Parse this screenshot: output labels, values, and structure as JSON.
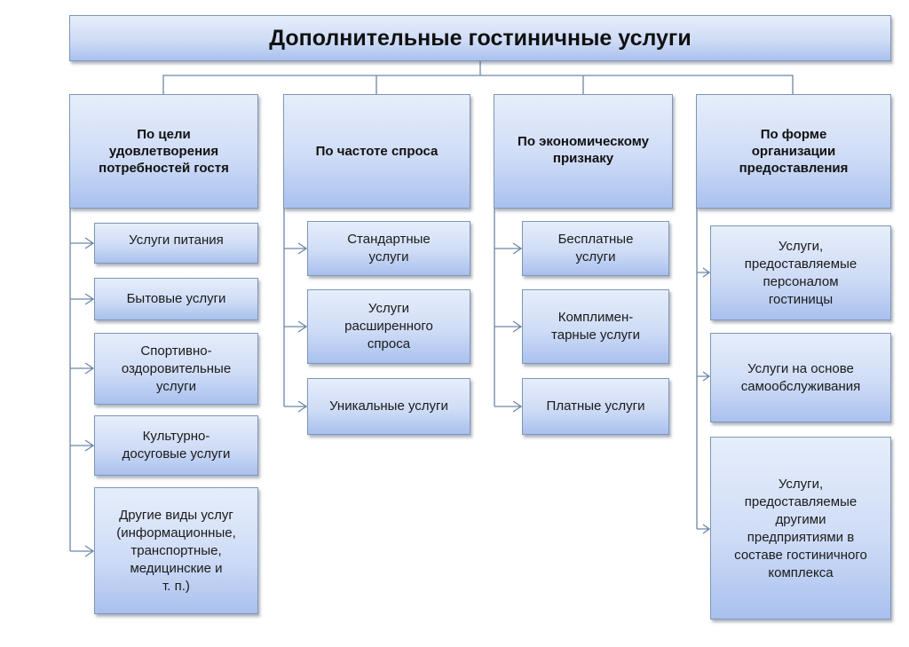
{
  "title": "Дополнительные гостиничные услуги",
  "colors": {
    "box_fill_top": "#e6eefb",
    "box_fill_bottom": "#a9c1ee",
    "box_border": "#7f96b8",
    "connector": "#6c86a8"
  },
  "categories": [
    {
      "label": "По цели\nудовлетворения\nпотребностей гостя",
      "items": [
        "Услуги питания",
        "Бытовые услуги",
        "Спортивно-\nоздоровительные\nуслуги",
        "Культурно-\nдосуговые услуги",
        "Другие виды услуг\n(информационные,\nтранспортные,\nмедицинские и\nт. п.)"
      ]
    },
    {
      "label": "По частоте спроса",
      "items": [
        "Стандартные\nуслуги",
        "Услуги\nрасширенного\nспроса",
        "Уникальные услуги"
      ]
    },
    {
      "label": "По экономическому\nпризнаку",
      "items": [
        "Бесплатные\nуслуги",
        "Комплимен-\nтарные услуги",
        "Платные услуги"
      ]
    },
    {
      "label": "По форме\nорганизации\nпредоставления",
      "items": [
        "Услуги,\nпредоставляемые\nперсоналом\nгостиницы",
        "Услуги на основе\nсамообслуживания",
        "Услуги,\nпредоставляемые\nдругими\nпредприятиями в\nсоставе гостиничного\nкомплекса"
      ]
    }
  ]
}
